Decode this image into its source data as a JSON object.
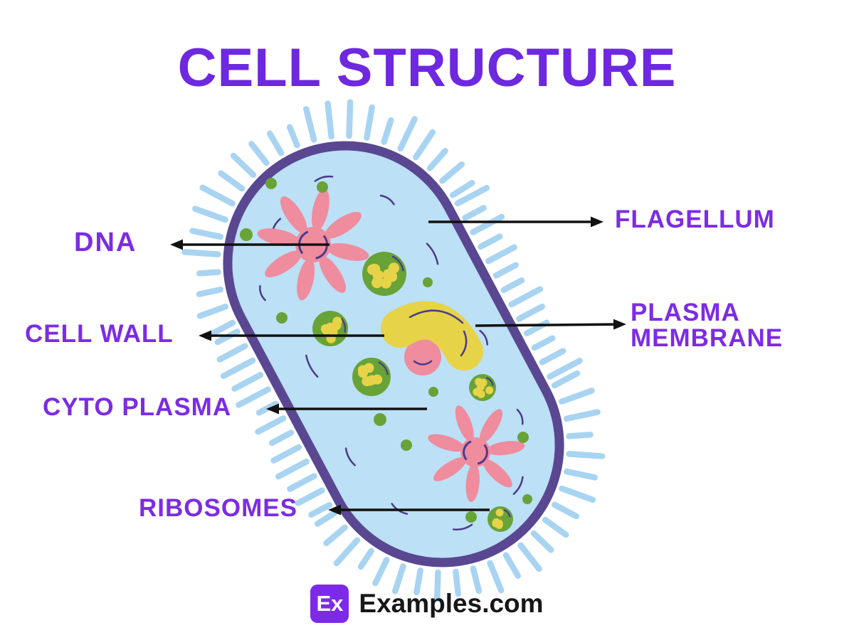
{
  "title": "CELL STRUCTURE",
  "labels": {
    "dna": "DNA",
    "cell_wall": "CELL WALL",
    "cyto_plasma": "CYTO PLASMA",
    "ribosomes": "RIBOSOMES",
    "flagellum": "FLAGELLUM",
    "plasma_membrane": "PLASMA MEMBRANE"
  },
  "footer": {
    "logo": "Ex",
    "brand": "Examples.com"
  },
  "colors": {
    "title": "#6d28e0",
    "label": "#7c2ce4",
    "arrow": "#111111",
    "cell_fill": "#bce0f6",
    "cell_border": "#5a4792",
    "cilia": "#a8d4f2",
    "organelle_pink": "#ef8c9e",
    "organelle_green": "#67a337",
    "organelle_yellow": "#e6d348",
    "detail_purple": "#4b3a8e",
    "logo_bg": "#7d2ae8",
    "footer_text": "#171717"
  }
}
